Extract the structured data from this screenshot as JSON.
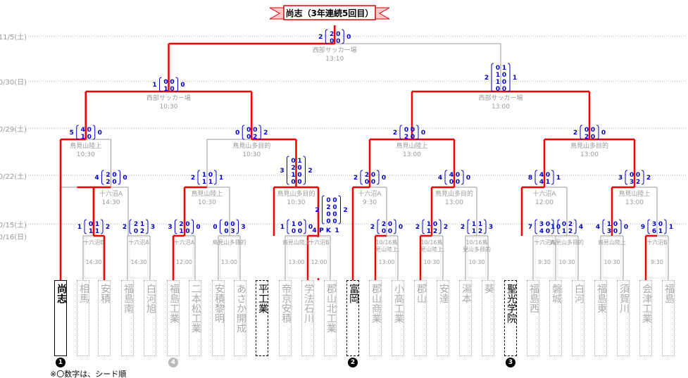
{
  "title": "尚志（3年連続5回目）",
  "note": "※〇数字は、シード順",
  "dates": [
    {
      "label": "11/5(土)"
    },
    {
      "label": "10/30(日)"
    },
    {
      "label": "10/29(土)"
    },
    {
      "label": "10/22(土)"
    },
    {
      "label": "10/15(土)"
    },
    {
      "label": "10/16(日)"
    }
  ],
  "venues": [
    {
      "name": "西部サッカー場",
      "time": "13:10"
    },
    {
      "name": "西部サッカー場",
      "time": "10:30"
    },
    {
      "name": "西部サッカー場",
      "time": "13:00"
    },
    {
      "name": "鳥見山陸上",
      "time": "10:30"
    },
    {
      "name": "鳥見山多目的",
      "time": "10:30"
    },
    {
      "name": "鳥見山陸上",
      "time": "13:00"
    },
    {
      "name": "鳥見山多目的",
      "time": "13:00"
    },
    {
      "name": "十六沼A",
      "time": "14:30"
    },
    {
      "name": "鳥見山陸上",
      "time": "10:30"
    },
    {
      "name": "鳥見山多目的",
      "time": "10:30"
    },
    {
      "name": "十六沼A",
      "time": "9:30"
    },
    {
      "name": "鳥見山多目的",
      "time": "13:00"
    },
    {
      "name": "十六沼A",
      "time": "12:00"
    },
    {
      "name": "鳥見山陸上",
      "time": "13:00"
    }
  ],
  "r1_venues": [
    {
      "name": "十六沼B",
      "time": "14:30"
    },
    {
      "name": "十六沼A",
      "time": "14:30"
    },
    {
      "name": "十六沼A",
      "time": "12:00"
    },
    {
      "name": "鳥見山多目的",
      "time": "13:00"
    },
    {
      "name": "鳥見山陸上",
      "time": "13:00"
    },
    {
      "name": "十六沼B",
      "time": "12:00"
    },
    {
      "name": "10/16鳥見山陸上",
      "time": "13:00"
    },
    {
      "name": "10/16鳥見山陸上",
      "time": "10:30"
    },
    {
      "name": "10/16鳥見山多目的",
      "time": "10:30"
    },
    {
      "name": "十六沼A",
      "time": "9:30"
    },
    {
      "name": "鳥見山多目的",
      "time": "10:30"
    },
    {
      "name": "鳥見山陸上",
      "time": "10:30"
    },
    {
      "name": "十六沼B",
      "time": "9:30"
    }
  ],
  "teams": [
    {
      "name": "尚志",
      "seed": "1"
    },
    {
      "name": "相馬"
    },
    {
      "name": "安積"
    },
    {
      "name": "福島南"
    },
    {
      "name": "白河旭"
    },
    {
      "name": "福島工業",
      "seed": "4"
    },
    {
      "name": "二本松工業"
    },
    {
      "name": "安積黎明"
    },
    {
      "name": "あさか開成"
    },
    {
      "name": "平工業"
    },
    {
      "name": "帝京安積"
    },
    {
      "name": "学法石川"
    },
    {
      "name": "郡山北工業"
    },
    {
      "name": "富岡",
      "seed": "2"
    },
    {
      "name": "郡山商業"
    },
    {
      "name": "小高工業"
    },
    {
      "name": "郡山"
    },
    {
      "name": "安達"
    },
    {
      "name": "湯本"
    },
    {
      "name": "葵"
    },
    {
      "name": "聖光学院",
      "seed": "3"
    },
    {
      "name": "福島西"
    },
    {
      "name": "磐城"
    },
    {
      "name": "白河"
    },
    {
      "name": "福島東"
    },
    {
      "name": "須賀川"
    },
    {
      "name": "会津工業"
    },
    {
      "name": "福島"
    }
  ],
  "scores": [
    {
      "l": "2",
      "a": [
        "2",
        "0"
      ],
      "b": [
        "0",
        "0"
      ],
      "r": "0"
    },
    {
      "l": "1",
      "a": [
        "0",
        "1"
      ],
      "b": [
        "0",
        "0"
      ],
      "r": "0"
    },
    {
      "l": "2",
      "a": [
        "0",
        "1",
        "1",
        "0"
      ],
      "b": [
        "1",
        "0",
        "0",
        "0"
      ],
      "r": "1"
    },
    {
      "l": "5",
      "a": [
        "4",
        "1"
      ],
      "b": [
        "0",
        "0"
      ],
      "r": "0"
    },
    {
      "l": "0",
      "a": [
        "0",
        "0"
      ],
      "b": [
        "0",
        "2"
      ],
      "r": "2"
    },
    {
      "l": "2",
      "a": [
        "0",
        "2"
      ],
      "b": [
        "0",
        "0"
      ],
      "r": "0"
    },
    {
      "l": "2",
      "a": [
        "0",
        "2"
      ],
      "b": [
        "0",
        "0"
      ],
      "r": "0"
    },
    {
      "l": "4",
      "a": [
        "2",
        "2"
      ],
      "b": [
        "0",
        "0"
      ],
      "r": "0"
    },
    {
      "l": "2",
      "a": [
        "1",
        "1"
      ],
      "b": [
        "0",
        "1"
      ],
      "r": "1"
    },
    {
      "l": "3",
      "a": [
        "0",
        "2",
        "1",
        "0"
      ],
      "b": [
        "1",
        "0",
        "0",
        "0"
      ],
      "r": "2"
    },
    {
      "l": "2",
      "a": [
        "2",
        "0"
      ],
      "b": [
        "0",
        "0"
      ],
      "r": "0"
    },
    {
      "l": "4",
      "a": [
        "4",
        "0"
      ],
      "b": [
        "0",
        "0"
      ],
      "r": "0"
    },
    {
      "l": "8",
      "a": [
        "4",
        "4"
      ],
      "b": [
        "0",
        "1"
      ],
      "r": "1"
    },
    {
      "l": "3",
      "a": [
        "0",
        "3"
      ],
      "b": [
        "0",
        "2"
      ],
      "r": "2"
    },
    {
      "l": "1",
      "a": [
        "0",
        "1"
      ],
      "b": [
        "1",
        "1"
      ],
      "r": "2"
    },
    {
      "l": "2",
      "a": [
        "2",
        "0"
      ],
      "b": [
        "1",
        "2"
      ],
      "r": "3"
    },
    {
      "l": "3",
      "a": [
        "2",
        "1"
      ],
      "b": [
        "0",
        "0"
      ],
      "r": "0"
    },
    {
      "l": "0",
      "a": [
        "0",
        "0"
      ],
      "b": [
        "0",
        "3"
      ],
      "r": "3"
    },
    {
      "l": "1",
      "a": [
        "1",
        "0"
      ],
      "b": [
        "0",
        "0"
      ],
      "r": "0"
    },
    {
      "l": "2",
      "a": [
        "0",
        "2",
        "0",
        "0"
      ],
      "b": [
        "0",
        "0",
        "0",
        "0"
      ],
      "r": "2"
    },
    {
      "l": "2",
      "a": [
        "2",
        "0"
      ],
      "b": [
        "0",
        "0"
      ],
      "r": "0"
    },
    {
      "l": "2",
      "a": [
        "1",
        "1"
      ],
      "b": [
        "0",
        "2"
      ],
      "r": "2"
    },
    {
      "l": "2",
      "a": [
        "1",
        "1"
      ],
      "b": [
        "1",
        "2"
      ],
      "r": "3"
    },
    {
      "l": "7",
      "a": [
        "3",
        "4"
      ],
      "b": [
        "0",
        "0"
      ],
      "r": "0"
    },
    {
      "l": "1",
      "a": [
        "0",
        "1"
      ],
      "b": [
        "2",
        "2"
      ],
      "r": "4"
    },
    {
      "l": "4",
      "a": [
        "1",
        "3"
      ],
      "b": [
        "0",
        "0"
      ],
      "r": "0"
    },
    {
      "l": "9",
      "a": [
        "3",
        "6"
      ],
      "b": [
        "0",
        "1"
      ],
      "r": "1"
    }
  ],
  "pk": {
    "left": "4",
    "label": "P K",
    "right": "1"
  }
}
